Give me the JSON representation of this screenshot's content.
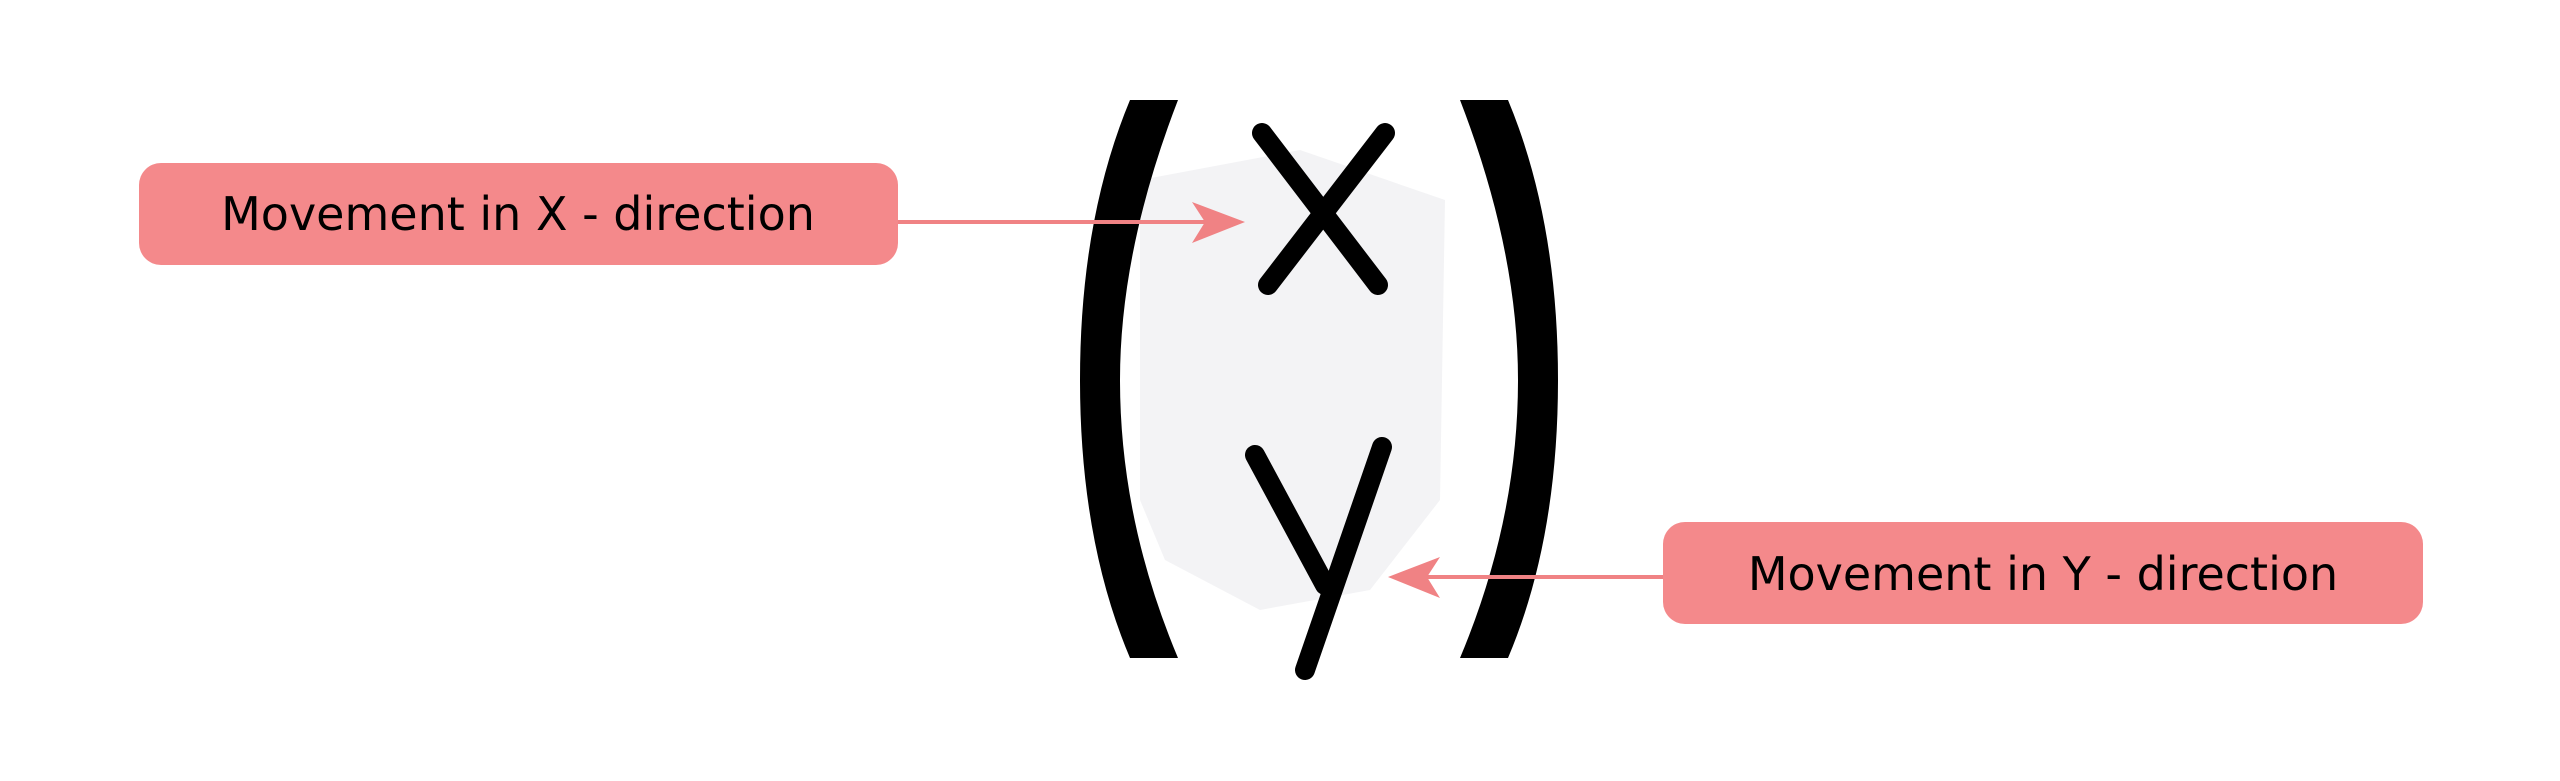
{
  "labels": {
    "x_movement": "Movement in X - direction",
    "y_movement": "Movement in Y - direction"
  },
  "vector": {
    "top": "x",
    "bottom": "y"
  },
  "colors": {
    "box": "#f4898b",
    "arrow": "#f08284",
    "ink": "#000000",
    "watermark": "#f1f1f3"
  }
}
